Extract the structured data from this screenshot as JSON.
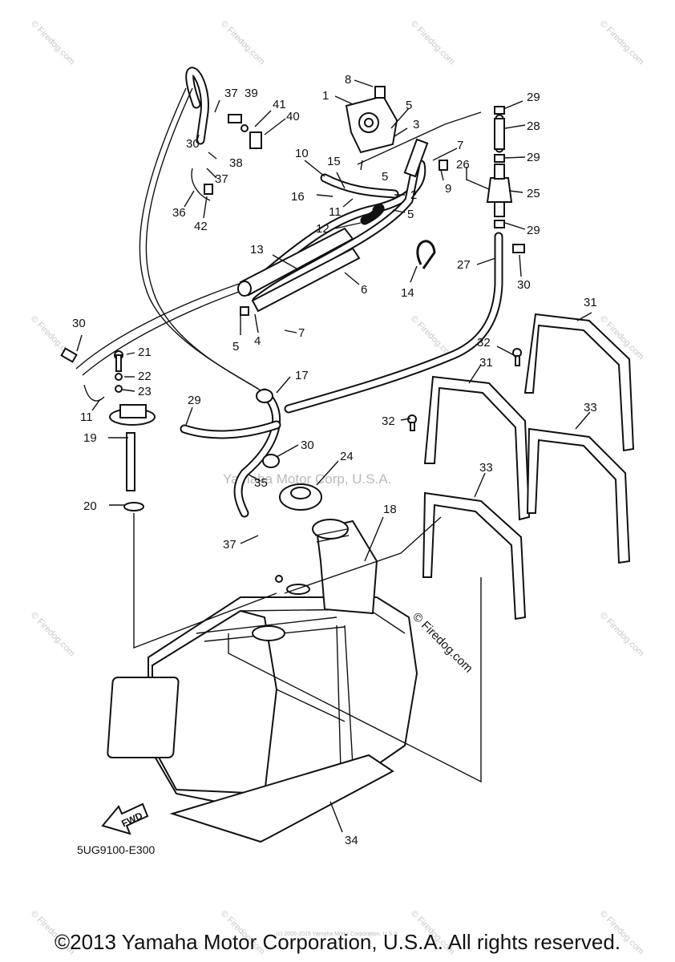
{
  "callouts": [
    {
      "id": "c1",
      "text": "1"
    },
    {
      "id": "c2",
      "text": "2"
    },
    {
      "id": "c3",
      "text": "3"
    },
    {
      "id": "c4",
      "text": "4"
    },
    {
      "id": "c5a",
      "text": "5"
    },
    {
      "id": "c5b",
      "text": "5"
    },
    {
      "id": "c5c",
      "text": "5"
    },
    {
      "id": "c5d",
      "text": "5"
    },
    {
      "id": "c6",
      "text": "6"
    },
    {
      "id": "c7a",
      "text": "7"
    },
    {
      "id": "c7b",
      "text": "7"
    },
    {
      "id": "c8",
      "text": "8"
    },
    {
      "id": "c9",
      "text": "9"
    },
    {
      "id": "c10",
      "text": "10"
    },
    {
      "id": "c11a",
      "text": "11"
    },
    {
      "id": "c11b",
      "text": "11"
    },
    {
      "id": "c12",
      "text": "12"
    },
    {
      "id": "c13",
      "text": "13"
    },
    {
      "id": "c14",
      "text": "14"
    },
    {
      "id": "c15",
      "text": "15"
    },
    {
      "id": "c16",
      "text": "16"
    },
    {
      "id": "c17",
      "text": "17"
    },
    {
      "id": "c18",
      "text": "18"
    },
    {
      "id": "c19",
      "text": "19"
    },
    {
      "id": "c20",
      "text": "20"
    },
    {
      "id": "c21",
      "text": "21"
    },
    {
      "id": "c22",
      "text": "22"
    },
    {
      "id": "c23",
      "text": "23"
    },
    {
      "id": "c24",
      "text": "24"
    },
    {
      "id": "c25",
      "text": "25"
    },
    {
      "id": "c26",
      "text": "26"
    },
    {
      "id": "c27",
      "text": "27"
    },
    {
      "id": "c28",
      "text": "28"
    },
    {
      "id": "c29a",
      "text": "29"
    },
    {
      "id": "c29b",
      "text": "29"
    },
    {
      "id": "c29c",
      "text": "29"
    },
    {
      "id": "c29d",
      "text": "29"
    },
    {
      "id": "c30a",
      "text": "30"
    },
    {
      "id": "c30b",
      "text": "30"
    },
    {
      "id": "c30c",
      "text": "30"
    },
    {
      "id": "c30d",
      "text": "30"
    },
    {
      "id": "c31a",
      "text": "31"
    },
    {
      "id": "c31b",
      "text": "31"
    },
    {
      "id": "c32a",
      "text": "32"
    },
    {
      "id": "c32b",
      "text": "32"
    },
    {
      "id": "c33a",
      "text": "33"
    },
    {
      "id": "c33b",
      "text": "33"
    },
    {
      "id": "c34",
      "text": "34"
    },
    {
      "id": "c35",
      "text": "35"
    },
    {
      "id": "c36",
      "text": "36"
    },
    {
      "id": "c37a",
      "text": "37"
    },
    {
      "id": "c37b",
      "text": "37"
    },
    {
      "id": "c37c",
      "text": "37"
    },
    {
      "id": "c38",
      "text": "38"
    },
    {
      "id": "c39",
      "text": "39"
    },
    {
      "id": "c40",
      "text": "40"
    },
    {
      "id": "c41",
      "text": "41"
    },
    {
      "id": "c42",
      "text": "42"
    }
  ],
  "fwd_label": "FWD",
  "diagram_code": "5UG9100-E300",
  "center_watermark": "Yamaha Motor Corp, U.S.A.",
  "side_watermark": "© Firedog.com",
  "tile_watermark": "© Firedog.com",
  "fine_print": "(c) 2005-2015 Yamaha Motor Corporation, U.S.A.",
  "copyright": "©2013 Yamaha Motor Corporation, U.S.A. All rights reserved."
}
